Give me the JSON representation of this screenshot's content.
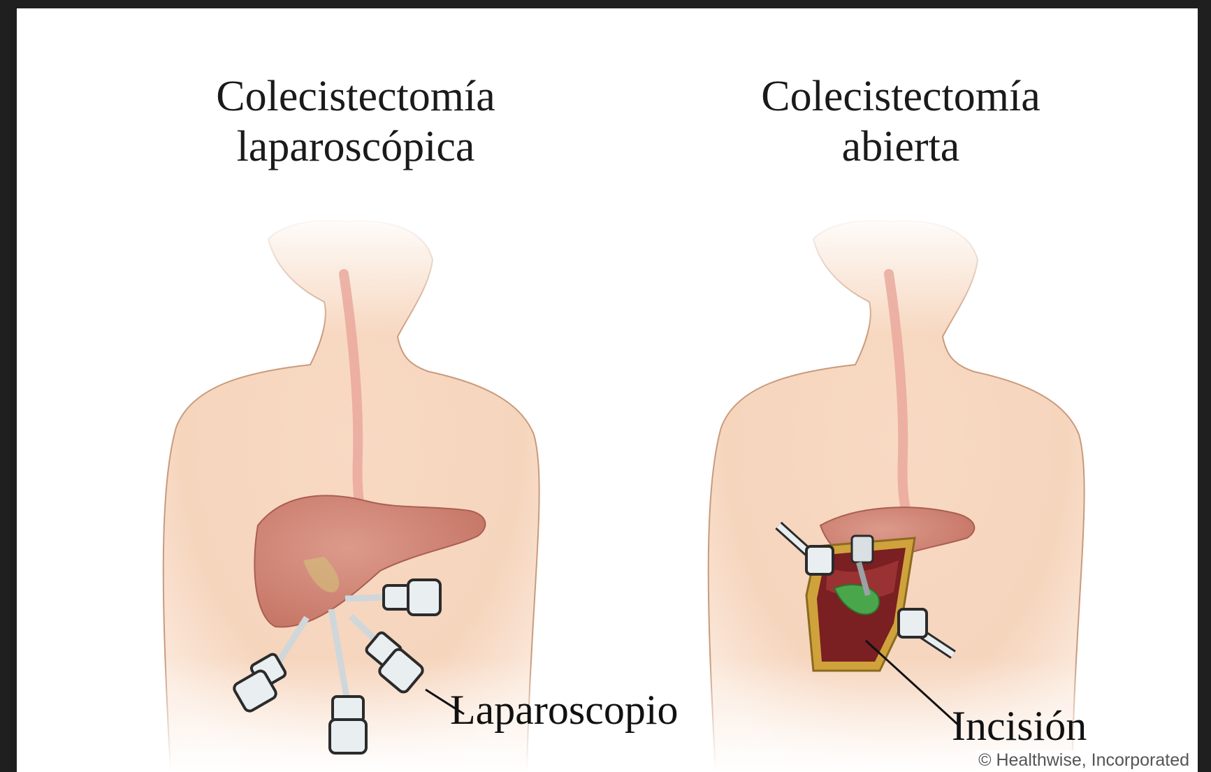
{
  "titles": {
    "left": {
      "line1": "Colecistectomía",
      "line2": "laparoscópica"
    },
    "right": {
      "line1": "Colecistectomía",
      "line2": "abierta"
    }
  },
  "labels": {
    "laparoscope": "Laparoscopio",
    "incision": "Incisión"
  },
  "credit": "© Healthwise, Incorporated",
  "colors": {
    "background": "#1f1f1f",
    "panel": "#ffffff",
    "skin": "#f6d5bd",
    "skin_outline": "#c99a7c",
    "liver": "#cf8679",
    "gallbladder": "#4aa64a",
    "instrument": "#e9eef0"
  }
}
